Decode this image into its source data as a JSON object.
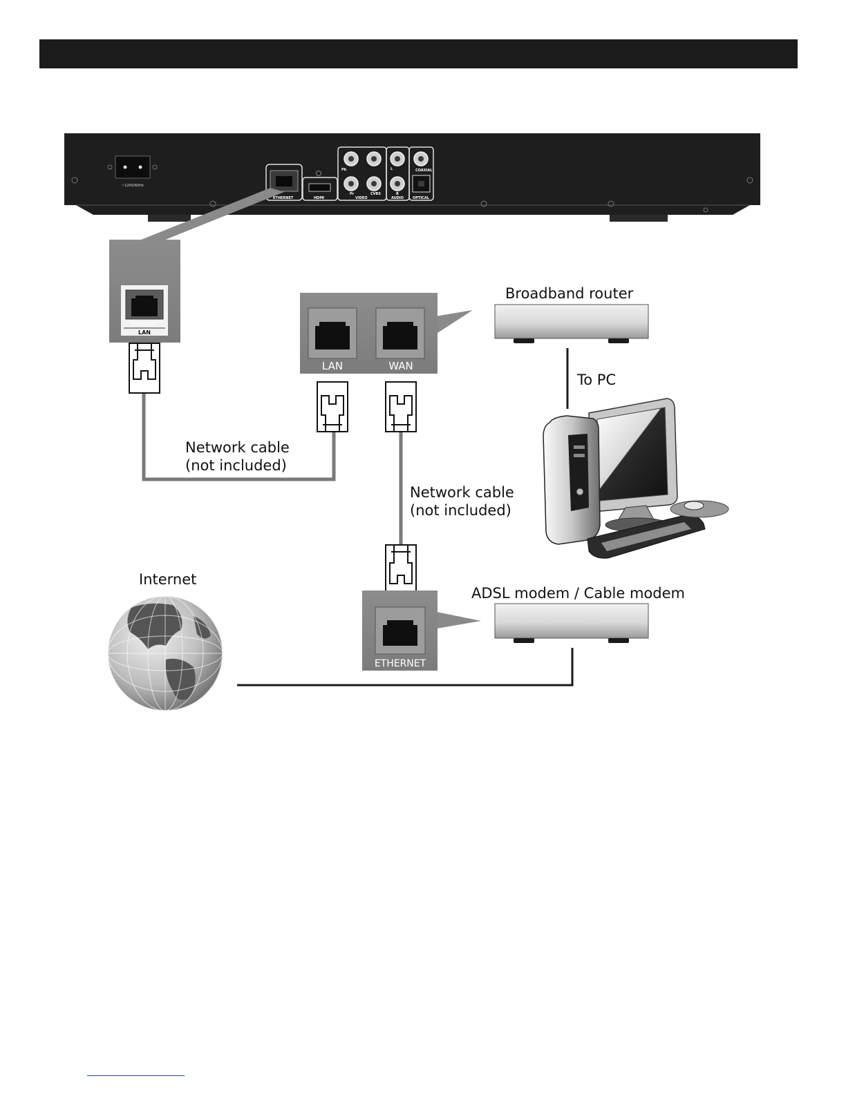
{
  "colors": {
    "header_bar": "#1b1b1b",
    "panel": "#8a8a8a",
    "cable": "#777777",
    "connection_line": "#1a1a1a",
    "device_body": "#1e1e1e",
    "footer_link": "#2a3cb0"
  },
  "player_rear_panel": {
    "power_label": "~120V/60Hz",
    "ports": {
      "ethernet": "ETHERNET",
      "hdmi": "HDMI",
      "video": "VIDEO",
      "audio": "AUDIO",
      "optical": "OPTICAL",
      "coaxial": "COAXIAL",
      "pb": "Pb",
      "pr": "Pr",
      "cvbs": "CVBS",
      "audio_l": "L",
      "audio_r": "R"
    }
  },
  "player_port_zoom": {
    "port_label": "ETHERNET",
    "caption": "LAN"
  },
  "router_ports": {
    "lan": "LAN",
    "wan": "WAN"
  },
  "modem_port": {
    "label": "ETHERNET"
  },
  "labels": {
    "broadband_router": "Broadband router",
    "to_pc": "To PC",
    "network_cable_1_line1": "Network cable",
    "network_cable_1_line2": "(not included)",
    "network_cable_2_line1": "Network cable",
    "network_cable_2_line2": "(not included)",
    "internet": "Internet",
    "modem": "ADSL modem / Cable modem"
  },
  "icons": [
    "globe-icon",
    "desktop-pc-icon",
    "rj45-plug-icon",
    "rj45-jack-icon"
  ]
}
